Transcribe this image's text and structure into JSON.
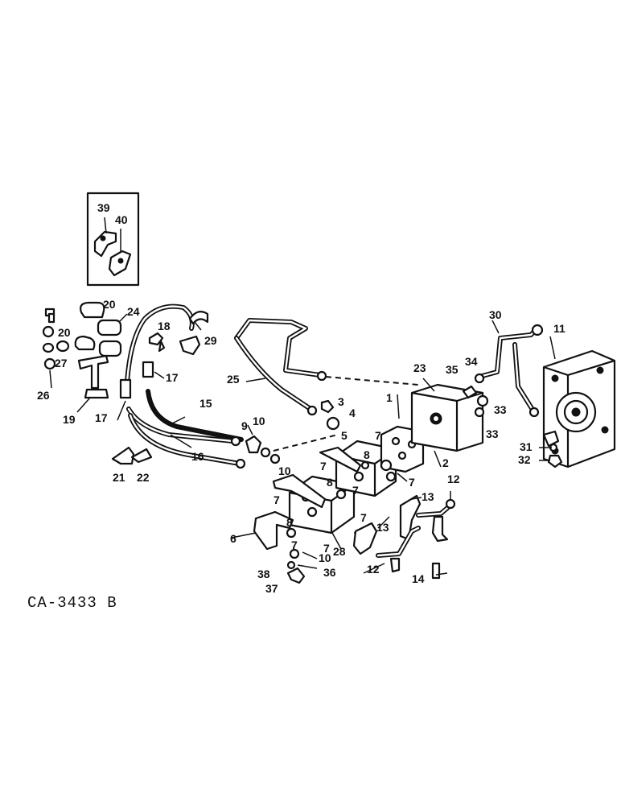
{
  "diagram": {
    "caption": "CA-3433 B",
    "inset_labels": [
      "39",
      "40"
    ],
    "callouts": [
      {
        "id": "c1",
        "text": "1"
      },
      {
        "id": "c2",
        "text": "2"
      },
      {
        "id": "c3",
        "text": "3"
      },
      {
        "id": "c4",
        "text": "4"
      },
      {
        "id": "c5",
        "text": "5"
      },
      {
        "id": "c6",
        "text": "6"
      },
      {
        "id": "c7a",
        "text": "7"
      },
      {
        "id": "c7b",
        "text": "7"
      },
      {
        "id": "c7c",
        "text": "7"
      },
      {
        "id": "c7d",
        "text": "7"
      },
      {
        "id": "c7e",
        "text": "7"
      },
      {
        "id": "c7f",
        "text": "7"
      },
      {
        "id": "c7g",
        "text": "7"
      },
      {
        "id": "c7h",
        "text": "7"
      },
      {
        "id": "c8a",
        "text": "8"
      },
      {
        "id": "c8b",
        "text": "8"
      },
      {
        "id": "c8c",
        "text": "8"
      },
      {
        "id": "c9",
        "text": "9"
      },
      {
        "id": "c10a",
        "text": "10"
      },
      {
        "id": "c10b",
        "text": "10"
      },
      {
        "id": "c10c",
        "text": "10"
      },
      {
        "id": "c11",
        "text": "11"
      },
      {
        "id": "c12a",
        "text": "12"
      },
      {
        "id": "c12b",
        "text": "12"
      },
      {
        "id": "c13a",
        "text": "13"
      },
      {
        "id": "c13b",
        "text": "13"
      },
      {
        "id": "c14",
        "text": "14"
      },
      {
        "id": "c15",
        "text": "15"
      },
      {
        "id": "c16",
        "text": "16"
      },
      {
        "id": "c17a",
        "text": "17"
      },
      {
        "id": "c17b",
        "text": "17"
      },
      {
        "id": "c18",
        "text": "18"
      },
      {
        "id": "c19",
        "text": "19"
      },
      {
        "id": "c20a",
        "text": "20"
      },
      {
        "id": "c20b",
        "text": "20"
      },
      {
        "id": "c21",
        "text": "21"
      },
      {
        "id": "c22",
        "text": "22"
      },
      {
        "id": "c23",
        "text": "23"
      },
      {
        "id": "c24",
        "text": "24"
      },
      {
        "id": "c25",
        "text": "25"
      },
      {
        "id": "c26",
        "text": "26"
      },
      {
        "id": "c27",
        "text": "27"
      },
      {
        "id": "c28",
        "text": "28"
      },
      {
        "id": "c29",
        "text": "29"
      },
      {
        "id": "c30",
        "text": "30"
      },
      {
        "id": "c31",
        "text": "31"
      },
      {
        "id": "c32",
        "text": "32"
      },
      {
        "id": "c33a",
        "text": "33"
      },
      {
        "id": "c33b",
        "text": "33"
      },
      {
        "id": "c34",
        "text": "34"
      },
      {
        "id": "c35",
        "text": "35"
      },
      {
        "id": "c36",
        "text": "36"
      },
      {
        "id": "c37",
        "text": "37"
      },
      {
        "id": "c38",
        "text": "38"
      }
    ]
  }
}
